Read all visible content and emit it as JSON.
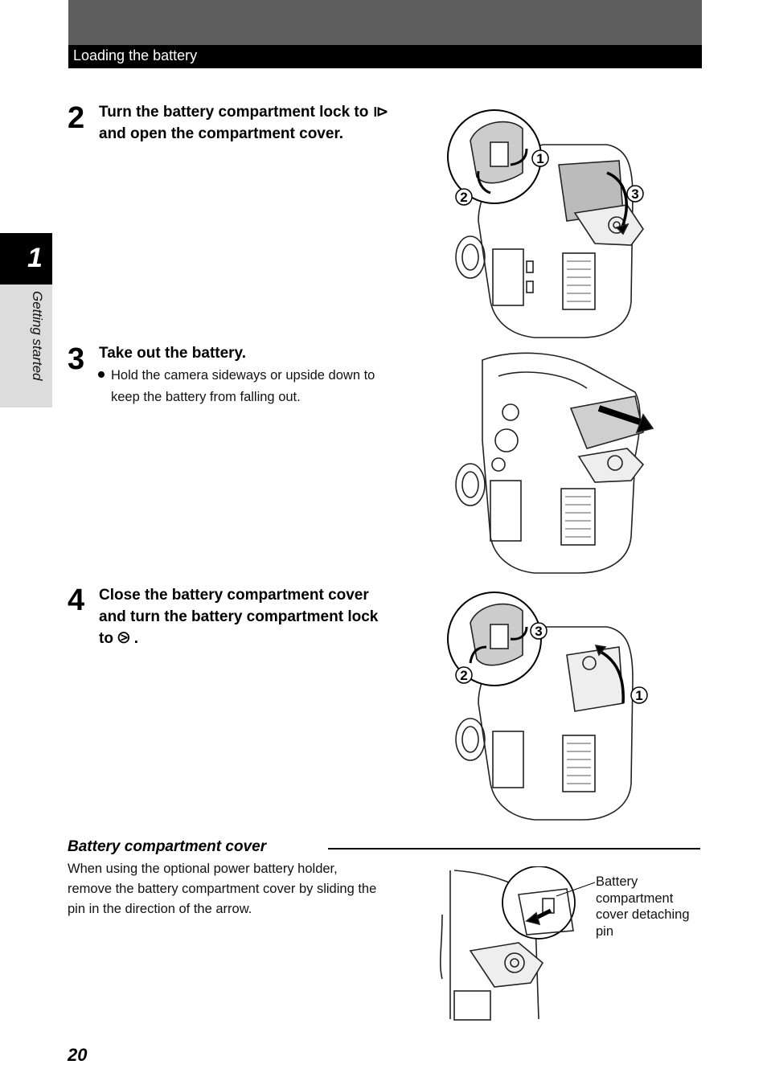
{
  "header": {
    "title": "Loading the battery"
  },
  "side_tab": {
    "chapter": "1",
    "label": "Getting started"
  },
  "steps": [
    {
      "number": "2",
      "heading_line1": "Turn the battery compartment lock to ⧐",
      "heading_line2": "and open the compartment cover.",
      "callouts": [
        "1",
        "2",
        "3"
      ]
    },
    {
      "number": "3",
      "heading": "Take out the battery.",
      "bullet_line1": "Hold the camera sideways or upside down to",
      "bullet_line2": "keep the battery from falling out."
    },
    {
      "number": "4",
      "heading_line1": "Close the battery compartment cover",
      "heading_line2": "and turn the battery compartment lock",
      "heading_line3": "to ⧁ .",
      "callouts": [
        "3",
        "2",
        "1"
      ]
    }
  ],
  "note": {
    "title": "Battery compartment cover",
    "line1": "When using the optional power battery holder,",
    "line2": "remove the battery compartment cover by sliding the",
    "line3": "pin in the direction of the arrow.",
    "callout_line1": "Battery",
    "callout_line2": "compartment",
    "callout_line3": "cover detaching",
    "callout_line4": "pin"
  },
  "page_number": "20"
}
